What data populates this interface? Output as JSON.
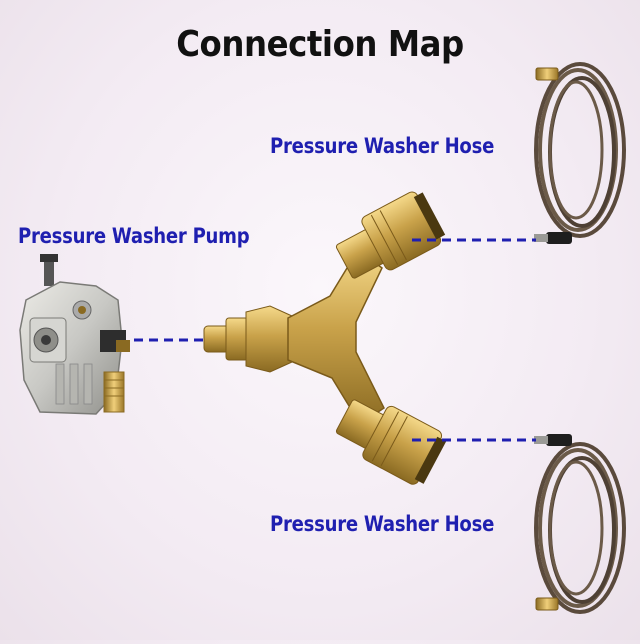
{
  "diagram": {
    "title": "Connection Map",
    "labels": {
      "hose_top": "Pressure Washer Hose",
      "pump": "Pressure Washer Pump",
      "hose_bottom": "Pressure Washer Hose"
    }
  },
  "colors": {
    "label_blue": "#1f1fb0",
    "title": "#111111",
    "brass": "#c9a24a",
    "brass_dark": "#8a6a22",
    "hose": "#5a4a3c",
    "aluminum": "#c8c8c4",
    "dash": "#1f1fb0"
  },
  "icons": [
    "pump-icon",
    "y-splitter-icon",
    "hose-coil-icon"
  ]
}
